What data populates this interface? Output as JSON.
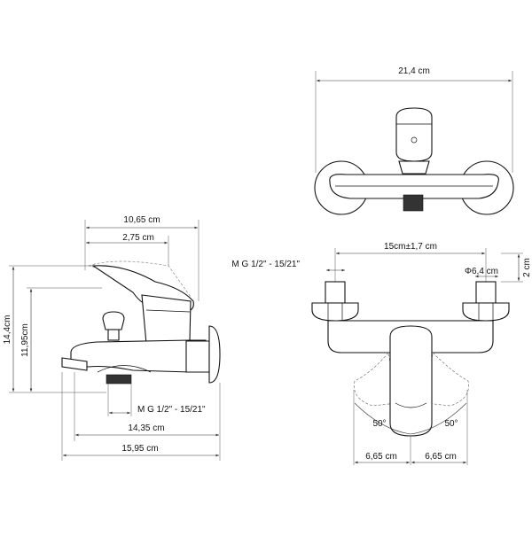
{
  "top_view": {
    "width_label": "21,4 cm"
  },
  "side_view": {
    "lever_width_label": "10,65 cm",
    "lever_tip_label": "2,75 cm",
    "total_height_label": "14,4cm",
    "axis_height_label": "11,95cm",
    "thread_label": "M G 1/2\" - 15/21\"",
    "spout_length_label": "14,35 cm",
    "total_length_label": "15,95 cm"
  },
  "front_view": {
    "center_label": "15cm±1,7 cm",
    "thread_label": "M G 1/2\" - 15/21\"",
    "diameter_label": "Φ6,4 cm",
    "offset_label": "2 cm",
    "angle_left_label": "50°",
    "angle_right_label": "50°",
    "half_left_label": "6,65 cm",
    "half_right_label": "6,65 cm"
  }
}
